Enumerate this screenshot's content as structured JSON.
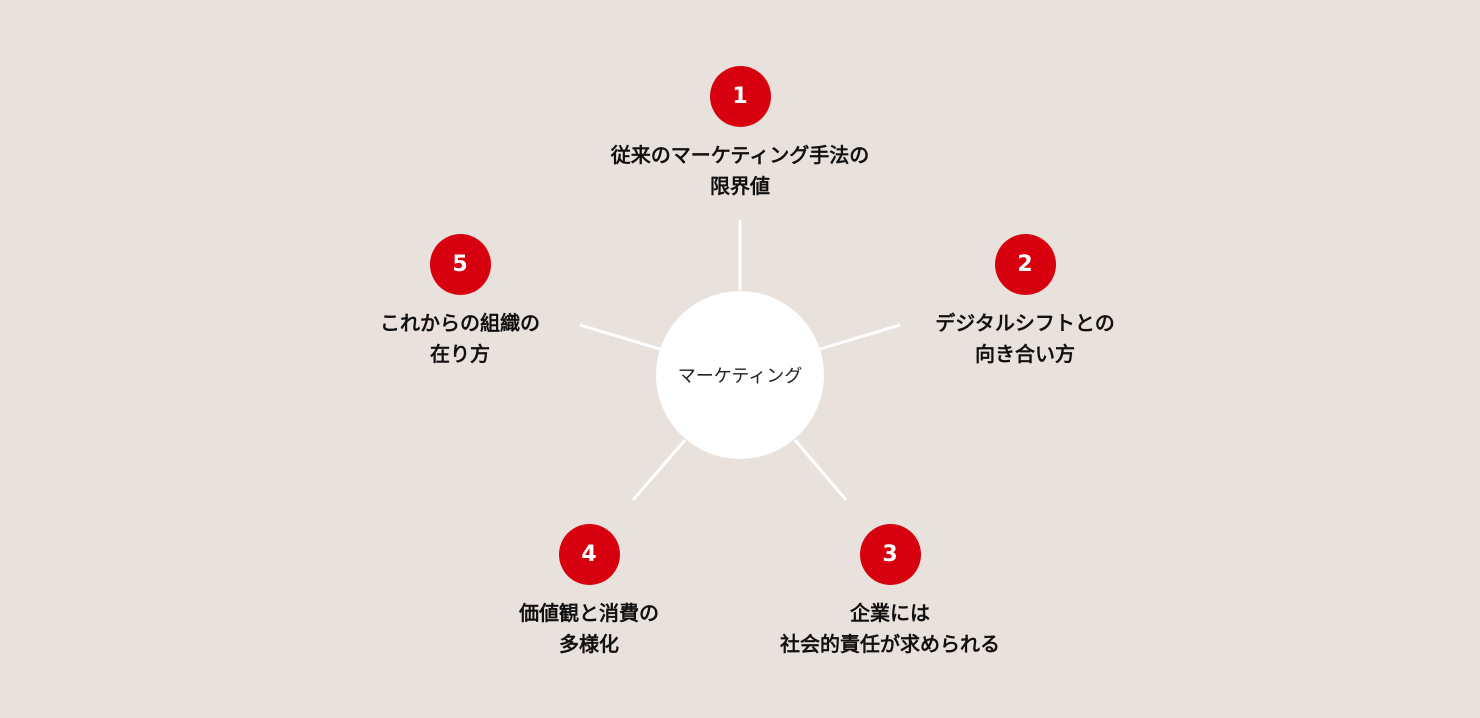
{
  "center": {
    "label": "マーケティング"
  },
  "nodes": [
    {
      "number": "1",
      "lines": [
        "従来のマーケティング手法の",
        "限界値"
      ]
    },
    {
      "number": "2",
      "lines": [
        "デジタルシフトとの",
        "向き合い方"
      ]
    },
    {
      "number": "3",
      "lines": [
        "企業には",
        "社会的責任が求められる"
      ]
    },
    {
      "number": "4",
      "lines": [
        "価値観と消費の",
        "多様化"
      ]
    },
    {
      "number": "5",
      "lines": [
        "これからの組織の",
        "在り方"
      ]
    }
  ],
  "colors": {
    "accent": "#d7000f",
    "background": "#e8e1dc"
  }
}
